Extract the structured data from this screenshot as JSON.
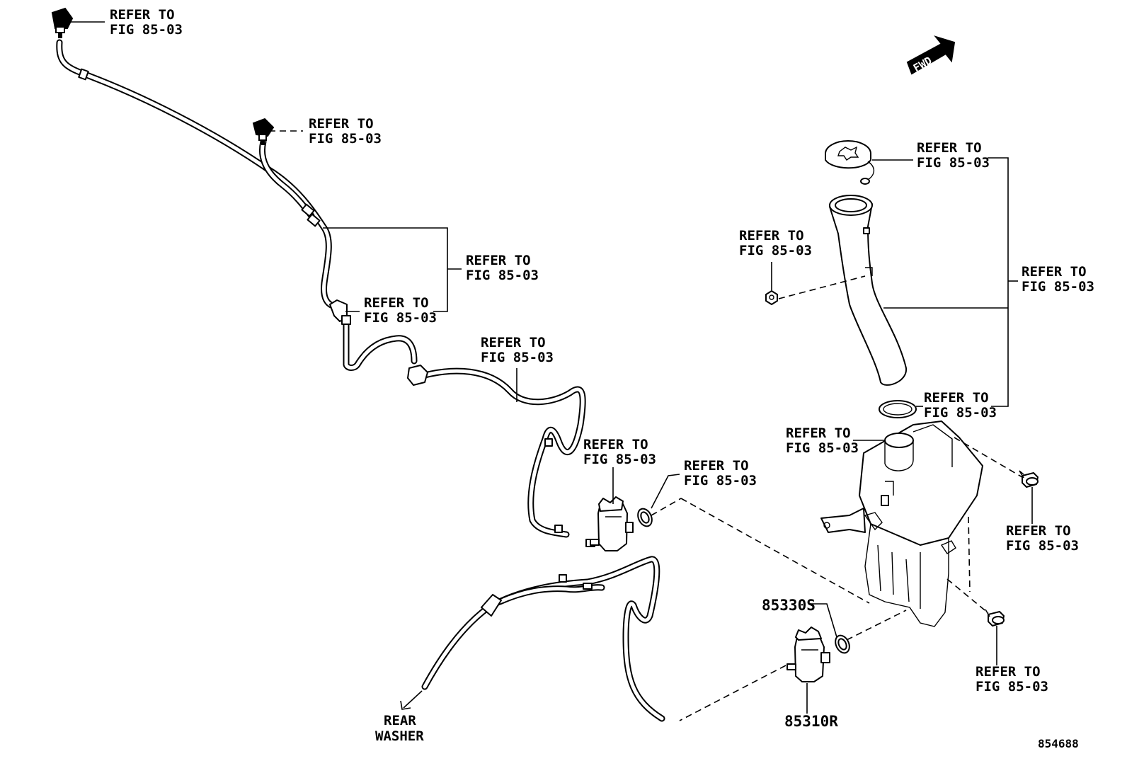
{
  "callouts": {
    "ref_label_line1": "REFER TO",
    "ref_label_line2": "FIG 85-03"
  },
  "parts": {
    "grommet": "85330S",
    "rear_pump": "85310R"
  },
  "rear_washer": {
    "line1": "REAR",
    "line2": "WASHER"
  },
  "fwd_arrow": "FWD",
  "diagram_number": "854688",
  "icons": [
    "washer-nozzle-icon",
    "fwd-arrow-icon",
    "reservoir-cap-icon",
    "filler-neck-icon",
    "washer-tank-icon",
    "washer-pump-icon",
    "grommet-icon",
    "bolt-icon",
    "nut-icon"
  ]
}
